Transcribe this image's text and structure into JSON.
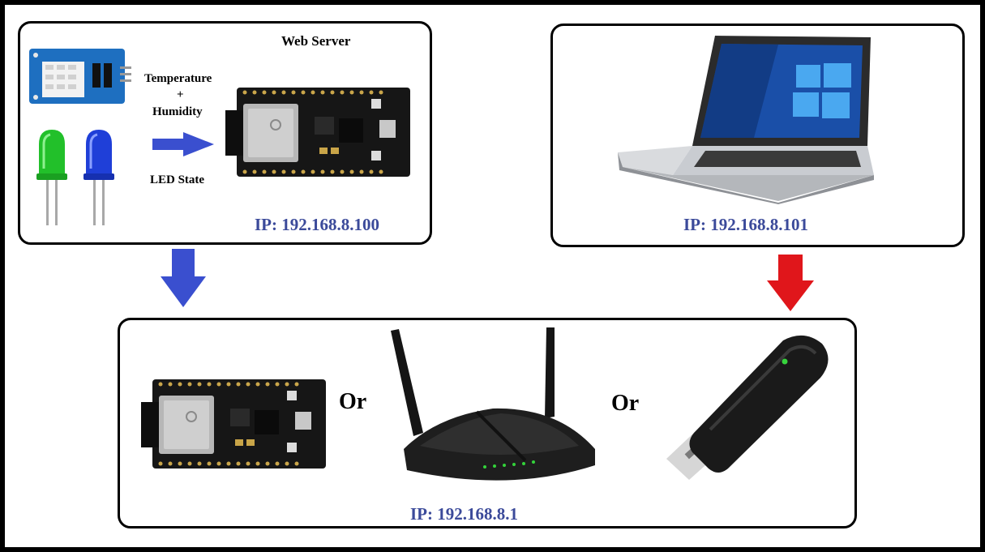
{
  "server_box": {
    "title": "Web Server",
    "label_temperature": "Temperature",
    "label_plus": "+",
    "label_humidity": "Humidity",
    "label_led_state": "LED State",
    "ip": "IP: 192.168.8.100"
  },
  "client_box": {
    "ip": "IP: 192.168.8.101"
  },
  "network_box": {
    "or_1": "Or",
    "or_2": "Or",
    "ip": "IP: 192.168.8.1"
  },
  "colors": {
    "ip_text": "#3b4a9a",
    "arrow_server": "#3a4fcf",
    "arrow_client": "#e0161b",
    "led_green": "#22c02a",
    "led_blue": "#1f3fd8",
    "sensor_board": "#1e6fc0",
    "esp_board": "#1a1a1a"
  },
  "icons": {
    "sensor": "dht-sensor-module-icon",
    "led_green": "green-led-icon",
    "led_blue": "blue-led-icon",
    "esp32": "esp32-board-icon",
    "laptop": "laptop-icon",
    "router": "wifi-router-icon",
    "dongle": "usb-dongle-icon"
  }
}
